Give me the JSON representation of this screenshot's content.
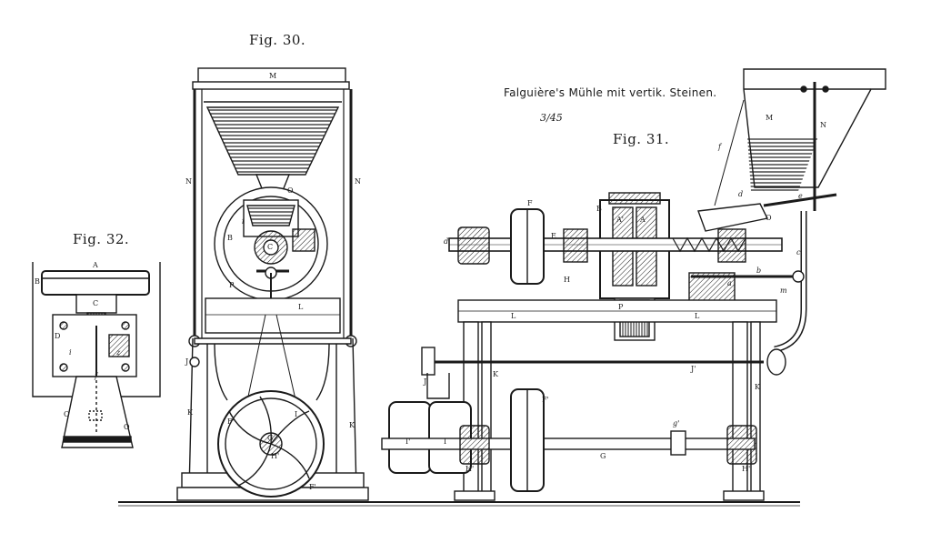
{
  "title": "Falguière's Mühle mit vertik. Steinen.",
  "plate_number": "3/45",
  "figures": {
    "fig30": {
      "caption": "Fig. 30.",
      "labels": [
        "M",
        "N",
        "N",
        "O",
        "i",
        "C",
        "B",
        "P",
        "L",
        "J",
        "K",
        "K",
        "F'",
        "I",
        "G",
        "H'",
        "F'"
      ]
    },
    "fig31": {
      "caption": "Fig. 31.",
      "labels": [
        "M",
        "N",
        "f",
        "d",
        "e",
        "O",
        "B",
        "A'",
        "A",
        "F",
        "E",
        "d",
        "H",
        "c",
        "b",
        "a",
        "m",
        "P",
        "L",
        "L",
        "K",
        "K",
        "J'",
        "J",
        "I'",
        "I",
        "F'",
        "g'",
        "G",
        "H'",
        "H'"
      ]
    },
    "fig32": {
      "caption": "Fig. 32.",
      "labels": [
        "A",
        "B",
        "C",
        "D",
        "i",
        "z",
        "f",
        "O",
        "O"
      ]
    }
  },
  "colors": {
    "ink": "#1a1a1a",
    "paper": "#ffffff"
  }
}
